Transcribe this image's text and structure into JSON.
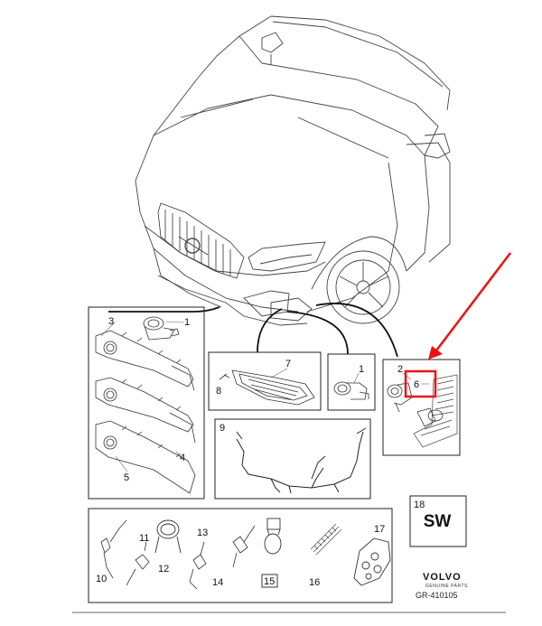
{
  "callouts": {
    "c1_top": "1",
    "c3": "3",
    "c4": "4",
    "c5": "5",
    "c7": "7",
    "c8": "8",
    "c1_mid": "1",
    "c2": "2",
    "c6": "6",
    "c9": "9",
    "c10": "10",
    "c11": "11",
    "c12": "12",
    "c13": "13",
    "c14": "14",
    "c15": "15",
    "c16": "16",
    "c17": "17",
    "c18": "18"
  },
  "sw_label": "SW",
  "brand": {
    "name": "VOLVO",
    "tagline": "GENUINE PARTS"
  },
  "reference_code": "GR-410105",
  "colors": {
    "highlight_arrow": "#ee1111",
    "highlight_box": "#ee1111",
    "line_art": "#333333"
  }
}
